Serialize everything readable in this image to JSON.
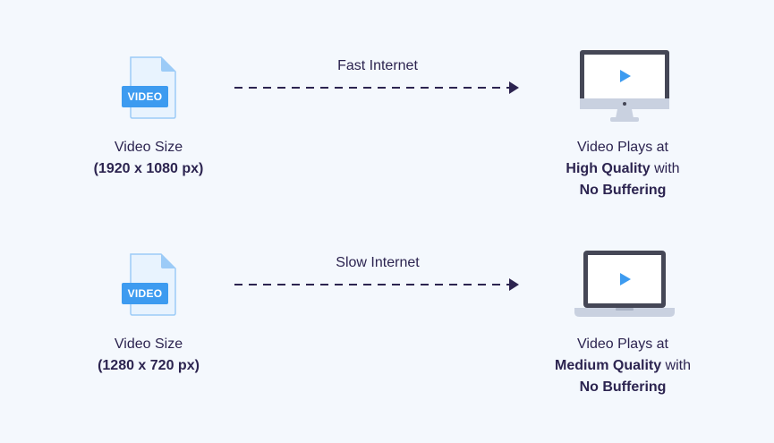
{
  "rows": [
    {
      "file_badge": "VIDEO",
      "source_label": "Video Size",
      "source_resolution": "(1920 x 1080 px)",
      "network": "Fast Internet",
      "device_icon": "desktop-monitor-icon",
      "result_line1": "Video Plays at",
      "result_quality": "High Quality",
      "result_with": " with",
      "result_buffering": "No Buffering"
    },
    {
      "file_badge": "VIDEO",
      "source_label": "Video Size",
      "source_resolution": "(1280 x 720 px)",
      "network": "Slow Internet",
      "device_icon": "laptop-icon",
      "result_line1": "Video Plays at",
      "result_quality": "Medium Quality",
      "result_with": " with",
      "result_buffering": "No Buffering"
    }
  ],
  "colors": {
    "background": "#f4f8fd",
    "text": "#2c2450",
    "accent_blue": "#3d9bf0",
    "file_fill": "#e8f3fe",
    "file_stroke": "#9ccbf7",
    "device_dark": "#454756",
    "device_light": "#c9d1e0",
    "arrow": "#2c2450"
  }
}
